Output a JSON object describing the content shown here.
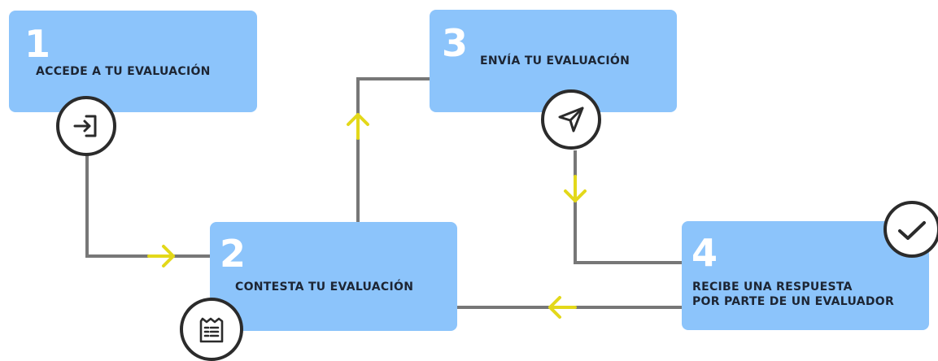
{
  "colors": {
    "box_fill": "#8CC4FB",
    "number": "#FFFFFF",
    "label": "#1D2533",
    "connector": "#777777",
    "arrow": "#E3D81A",
    "icon_stroke": "#2B2B2B"
  },
  "steps": [
    {
      "number": "1",
      "label": "ACCEDE A TU EVALUACIÓN",
      "icon": "sign-in-icon"
    },
    {
      "number": "2",
      "label": "CONTESTA TU EVALUACIÓN",
      "icon": "form-document-icon"
    },
    {
      "number": "3",
      "label": "ENVÍA TU EVALUACIÓN",
      "icon": "send-paper-plane-icon"
    },
    {
      "number": "4",
      "label_line1": "RECIBE UNA RESPUESTA",
      "label_line2": "POR PARTE DE UN EVALUADOR",
      "icon": "checkmark-icon"
    }
  ],
  "arrows": [
    {
      "from": "1",
      "to": "2",
      "direction": "right"
    },
    {
      "from": "2",
      "to": "3",
      "direction": "up"
    },
    {
      "from": "3",
      "to": "4",
      "direction": "down"
    },
    {
      "from": "4",
      "to": "2",
      "direction": "left"
    }
  ]
}
